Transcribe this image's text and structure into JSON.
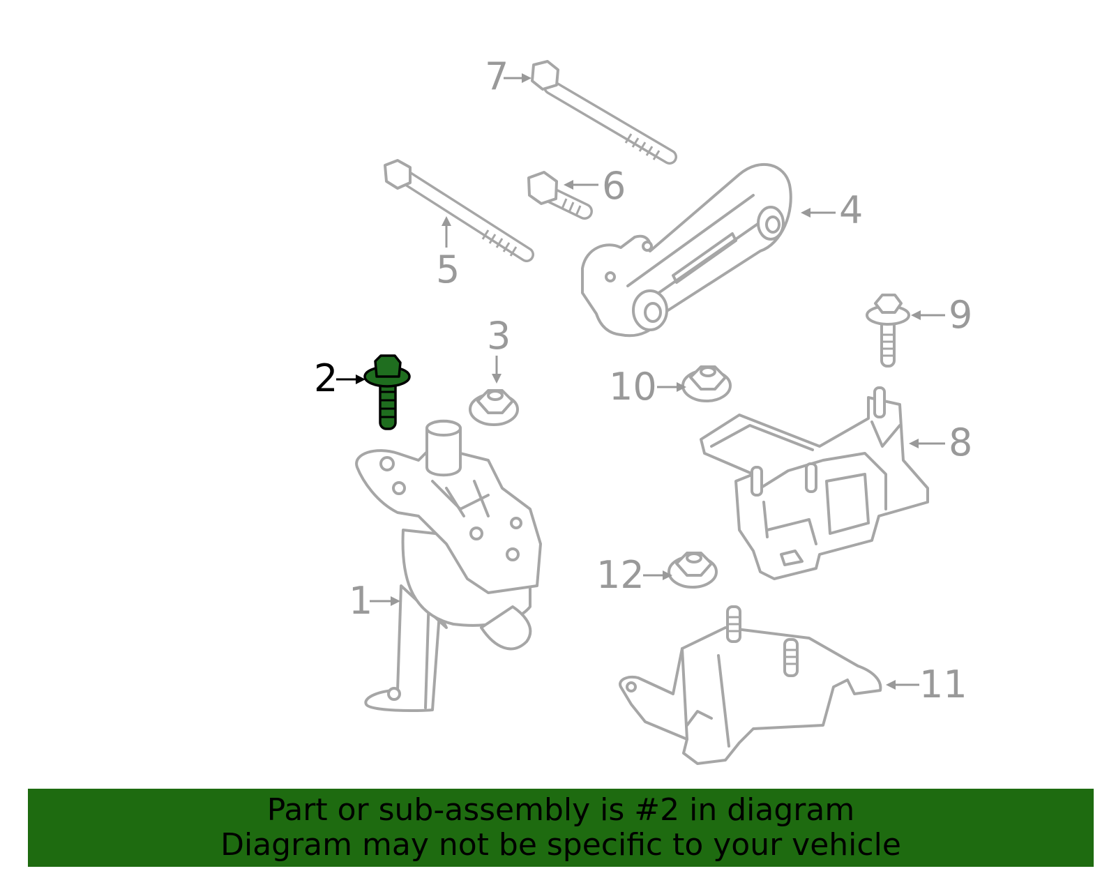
{
  "callouts": [
    "1",
    "2",
    "3",
    "4",
    "5",
    "6",
    "7",
    "8",
    "9",
    "10",
    "11",
    "12"
  ],
  "highlighted_callout": "2",
  "banner": {
    "line1": "Part or sub-assembly is #2 in diagram",
    "line2": "Diagram may not be specific to your vehicle"
  },
  "colors": {
    "highlight": "#1f6e1f",
    "banner": "#1e6b10",
    "parts_outline": "#a6a6a6",
    "labels": "#999999"
  }
}
